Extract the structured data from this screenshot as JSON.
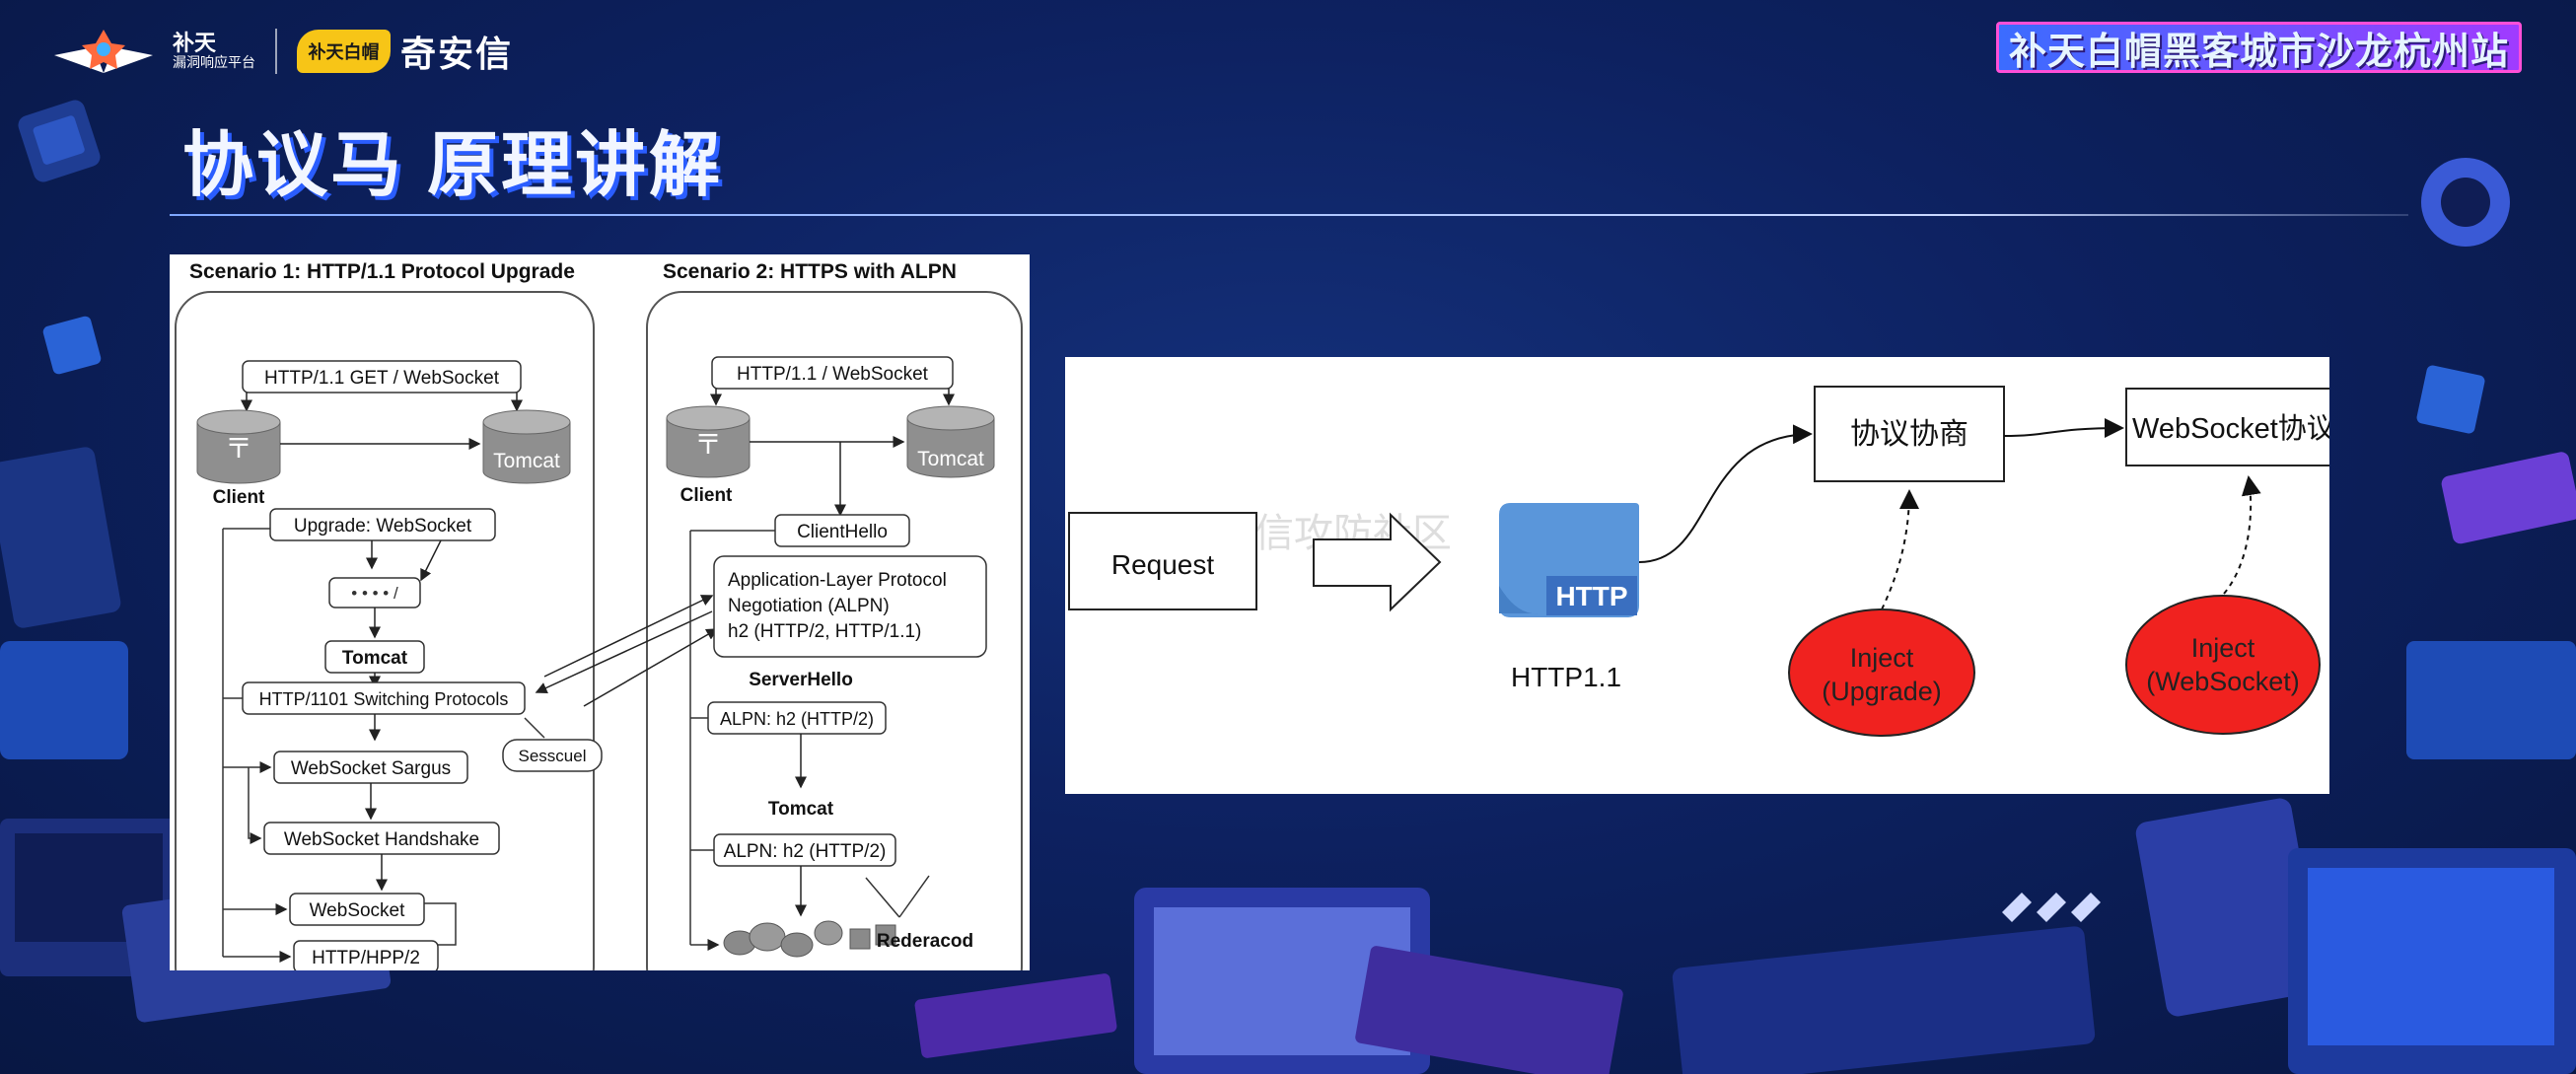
{
  "header": {
    "logo1_name": "补天",
    "logo1_sub": "漏洞响应平台",
    "logo2_badge": "补天白帽",
    "logo2_name": "奇安信",
    "event_title": "补天白帽黑客城市沙龙杭州站"
  },
  "page_title": "协议马 原理讲解",
  "left_diagram": {
    "scenario1": {
      "title": "Scenario 1: HTTP/1.1 Protocol Upgrade",
      "top_label": "HTTP/1.1 GET / WebSocket",
      "client": "Client",
      "tomcat": "Tomcat",
      "upgrade": "Upgrade: WebSocket",
      "dots": "• • • • /",
      "tomcat_box": "Tomcat",
      "switching": "HTTP/1101 Switching Protocols",
      "sesscuel": "Sesscuel",
      "sargus": "WebSocket Sargus",
      "handshake": "WebSocket Handshake",
      "websocket": "WebSocket",
      "http_hpp": "HTTP/HPP/2"
    },
    "scenario2": {
      "title": "Scenario 2: HTTPS with ALPN",
      "top_label": "HTTP/1.1 / WebSocket",
      "client": "Client",
      "tomcat": "Tomcat",
      "client_hello": "ClientHello",
      "alpn_line1": "Application-Layer Protocol",
      "alpn_line2": "Negotiation (ALPN)",
      "alpn_line3": "h2 (HTTP/2, HTTP/1.1)",
      "server_hello": "ServerHello",
      "alpn_h2a": "ALPN: h2 (HTTP/2)",
      "tomcat_label": "Tomcat",
      "alpn_h2b": "ALPN: h2 (HTTP/2)",
      "rederacod": "Rederacod"
    }
  },
  "right_diagram": {
    "request": "Request",
    "http_badge": "HTTP",
    "http11": "HTTP1.1",
    "negotiate": "协议协商",
    "websocket_proto": "WebSocket协议",
    "inject1_line1": "Inject",
    "inject1_line2": "(Upgrade)",
    "inject2_line1": "Inject",
    "inject2_line2": "(WebSocket)",
    "watermark": "奇安信攻防社区"
  },
  "colors": {
    "inject_red": "#f0221f",
    "http_blue": "#4f8fd6",
    "accent_blue": "#2a5dff"
  }
}
